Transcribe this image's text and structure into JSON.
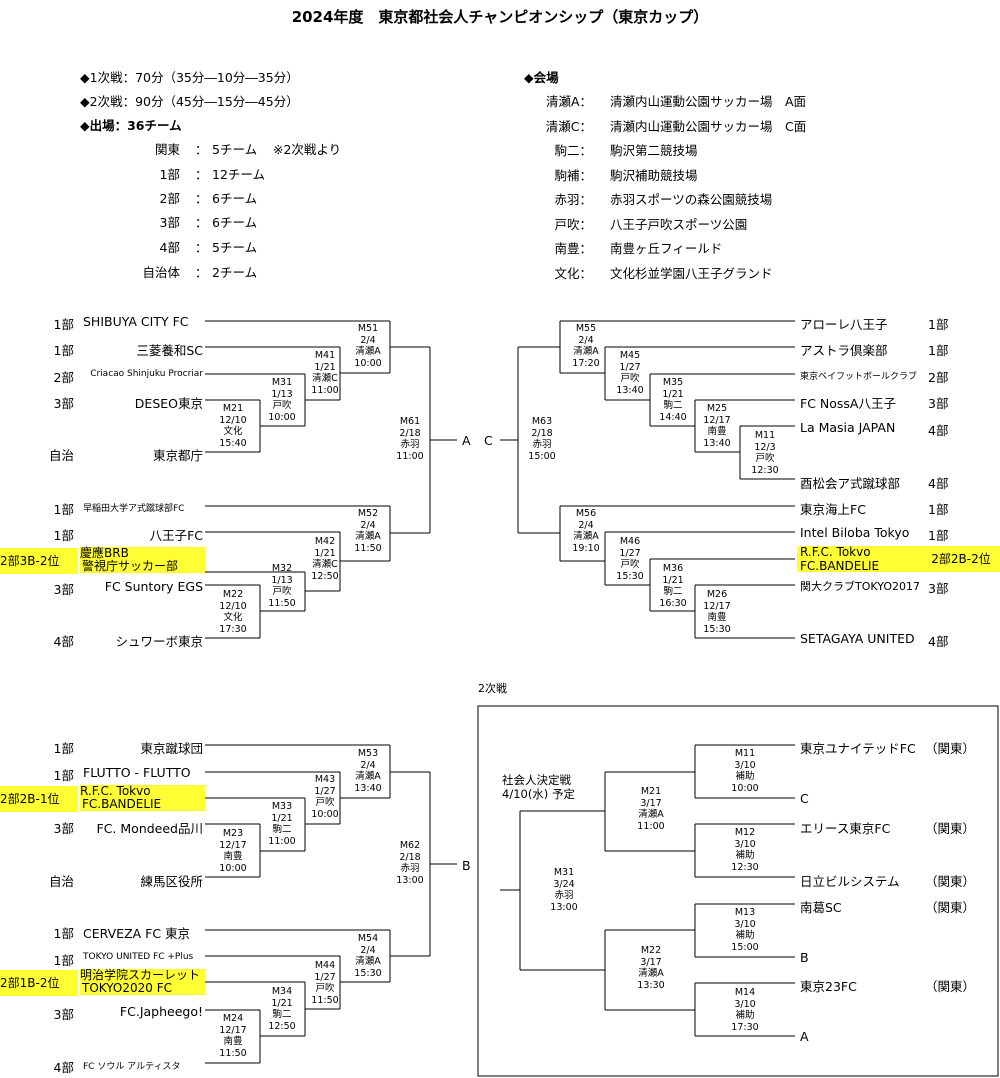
{
  "title": "2024年度　東京都社会人チャンピオンシップ（東京カップ）",
  "info": {
    "round1": "◆1次戦：70分（35分―10分―35分）",
    "round2": "◆2次戦：90分（45分―15分―45分）",
    "entries": "◆出場：36チーム",
    "breakdown": [
      {
        "cat": "関東",
        "count": "5チーム",
        "note": "※2次戦より"
      },
      {
        "cat": "1部",
        "count": "12チーム",
        "note": ""
      },
      {
        "cat": "2部",
        "count": "6チーム",
        "note": ""
      },
      {
        "cat": "3部",
        "count": "6チーム",
        "note": ""
      },
      {
        "cat": "4部",
        "count": "5チーム",
        "note": ""
      },
      {
        "cat": "自治体",
        "count": "2チーム",
        "note": ""
      }
    ],
    "venue_title": "◆会場",
    "venues": [
      {
        "code": "清瀬A",
        "name": "清瀬内山運動公園サッカー場　A面"
      },
      {
        "code": "清瀬C",
        "name": "清瀬内山運動公園サッカー場　C面"
      },
      {
        "code": "駒二",
        "name": "駒沢第二競技場"
      },
      {
        "code": "駒補",
        "name": "駒沢補助競技場"
      },
      {
        "code": "赤羽",
        "name": "赤羽スポーツの森公園競技場"
      },
      {
        "code": "戸吹",
        "name": "八王子戸吹スポーツ公園"
      },
      {
        "code": "南豊",
        "name": "南豊ヶ丘フィールド"
      },
      {
        "code": "文化",
        "name": "文化杉並学園八王子グランド"
      }
    ]
  },
  "bracketA": {
    "teams": [
      {
        "div": "1部",
        "name": "SHIBUYA CITY FC"
      },
      {
        "div": "1部",
        "name": "三菱養和SC"
      },
      {
        "div": "2部",
        "name": "Criacao Shinjuku Procriar"
      },
      {
        "div": "3部",
        "name": "DESEO東京"
      },
      {
        "div": "自治",
        "name": "東京都庁"
      },
      {
        "div": "1部",
        "name": "早稲田大学ア式蹴球部FC"
      },
      {
        "div": "1部",
        "name": "八王子FC"
      },
      {
        "div": "2部3B-2位",
        "name": "慶應BRB"
      },
      {
        "div": "",
        "name": "警視庁サッカー部"
      },
      {
        "div": "3部",
        "name": "FC Suntory EGS"
      },
      {
        "div": "4部",
        "name": "シュワーボ東京"
      }
    ],
    "matches": {
      "M51": [
        "M51",
        "2/4",
        "清瀬A",
        "10:00"
      ],
      "M41": [
        "M41",
        "1/21",
        "清瀬C",
        "11:00"
      ],
      "M31": [
        "M31",
        "1/13",
        "戸吹",
        "10:00"
      ],
      "M21": [
        "M21",
        "12/10",
        "文化",
        "15:40"
      ],
      "M52": [
        "M52",
        "2/4",
        "清瀬A",
        "11:50"
      ],
      "M42": [
        "M42",
        "1/21",
        "清瀬C",
        "12:50"
      ],
      "M32": [
        "M32",
        "1/13",
        "戸吹",
        "11:50"
      ],
      "M22": [
        "M22",
        "12/10",
        "文化",
        "17:30"
      ],
      "M61": [
        "M61",
        "2/18",
        "赤羽",
        "11:00"
      ]
    },
    "mark": "A"
  },
  "bracketC": {
    "teams": [
      {
        "name": "アローレ八王子",
        "div": "1部"
      },
      {
        "name": "アストラ倶楽部",
        "div": "1部"
      },
      {
        "name": "東京ベイフットボールクラブ",
        "div": "2部"
      },
      {
        "name": "FC NossA八王子",
        "div": "3部"
      },
      {
        "name": "La Masia JAPAN",
        "div": "4部"
      },
      {
        "name": "酉松会ア式蹴球部",
        "div": "4部"
      },
      {
        "name": "東京海上FC",
        "div": "1部"
      },
      {
        "name": "Intel Biloba Tokyo",
        "div": "1部"
      },
      {
        "name": "R.F.C. Tokvo",
        "div": "2部2B-2位"
      },
      {
        "name": "FC.BANDELIE",
        "div": ""
      },
      {
        "name": "関大クラブTOKYO2017",
        "div": "3部"
      },
      {
        "name": "SETAGAYA UNITED",
        "div": "4部"
      }
    ],
    "matches": {
      "M55": [
        "M55",
        "2/4",
        "清瀬A",
        "17:20"
      ],
      "M45": [
        "M45",
        "1/27",
        "戸吹",
        "13:40"
      ],
      "M35": [
        "M35",
        "1/21",
        "駒二",
        "14:40"
      ],
      "M25": [
        "M25",
        "12/17",
        "南豊",
        "13:40"
      ],
      "M11": [
        "M11",
        "12/3",
        "戸吹",
        "12:30"
      ],
      "M56": [
        "M56",
        "2/4",
        "清瀬A",
        "19:10"
      ],
      "M46": [
        "M46",
        "1/27",
        "戸吹",
        "15:30"
      ],
      "M36": [
        "M36",
        "1/21",
        "駒二",
        "16:30"
      ],
      "M26": [
        "M26",
        "12/17",
        "南豊",
        "15:30"
      ],
      "M63": [
        "M63",
        "2/18",
        "赤羽",
        "15:00"
      ]
    },
    "mark": "C"
  },
  "bracketB": {
    "teams": [
      {
        "div": "1部",
        "name": "東京蹴球団"
      },
      {
        "div": "1部",
        "name": "FLUTTO - FLUTTO"
      },
      {
        "div": "2部2B-1位",
        "name": "R.F.C. Tokvo"
      },
      {
        "div": "",
        "name": "FC.BANDELIE"
      },
      {
        "div": "3部",
        "name": "FC. Mondeed品川"
      },
      {
        "div": "自治",
        "name": "練馬区役所"
      },
      {
        "div": "1部",
        "name": "CERVEZA FC 東京"
      },
      {
        "div": "1部",
        "name": "TOKYO UNITED FC +Plus"
      },
      {
        "div": "2部1B-2位",
        "name": "明治学院スカーレット"
      },
      {
        "div": "",
        "name": "TOKYO2020 FC"
      },
      {
        "div": "3部",
        "name": "FC.Japheego!"
      },
      {
        "div": "4部",
        "name": "FC ソウル アルティスタ"
      }
    ],
    "matches": {
      "M53": [
        "M53",
        "2/4",
        "清瀬A",
        "13:40"
      ],
      "M43": [
        "M43",
        "1/27",
        "戸吹",
        "10:00"
      ],
      "M33": [
        "M33",
        "1/21",
        "駒二",
        "11:00"
      ],
      "M23": [
        "M23",
        "12/17",
        "南豊",
        "10:00"
      ],
      "M54": [
        "M54",
        "2/4",
        "清瀬A",
        "15:30"
      ],
      "M44": [
        "M44",
        "1/27",
        "戸吹",
        "11:50"
      ],
      "M34": [
        "M34",
        "1/21",
        "駒二",
        "12:50"
      ],
      "M24": [
        "M24",
        "12/17",
        "南豊",
        "11:50"
      ],
      "M62": [
        "M62",
        "2/18",
        "赤羽",
        "13:00"
      ]
    },
    "mark": "B"
  },
  "round2": {
    "label": "2次戦",
    "final_label": "社会人決定戦",
    "final_date": "4/10(水) 予定",
    "teams": [
      {
        "name": "東京ユナイテッドFC",
        "div": "（関東）"
      },
      {
        "name": "C",
        "div": ""
      },
      {
        "name": "エリース東京FC",
        "div": "（関東）"
      },
      {
        "name": "日立ビルシステム",
        "div": "（関東）"
      },
      {
        "name": "南葛SC",
        "div": "（関東）"
      },
      {
        "name": "B",
        "div": ""
      },
      {
        "name": "東京23FC",
        "div": "（関東）"
      },
      {
        "name": "A",
        "div": ""
      }
    ],
    "matches": {
      "M11": [
        "M11",
        "3/10",
        "補助",
        "10:00"
      ],
      "M12": [
        "M12",
        "3/10",
        "補助",
        "12:30"
      ],
      "M13": [
        "M13",
        "3/10",
        "補助",
        "15:00"
      ],
      "M14": [
        "M14",
        "3/10",
        "補助",
        "17:30"
      ],
      "M21": [
        "M21",
        "3/17",
        "清瀬A",
        "11:00"
      ],
      "M22": [
        "M22",
        "3/17",
        "清瀬A",
        "13:30"
      ],
      "M31": [
        "M31",
        "3/24",
        "赤羽",
        "13:00"
      ]
    }
  }
}
